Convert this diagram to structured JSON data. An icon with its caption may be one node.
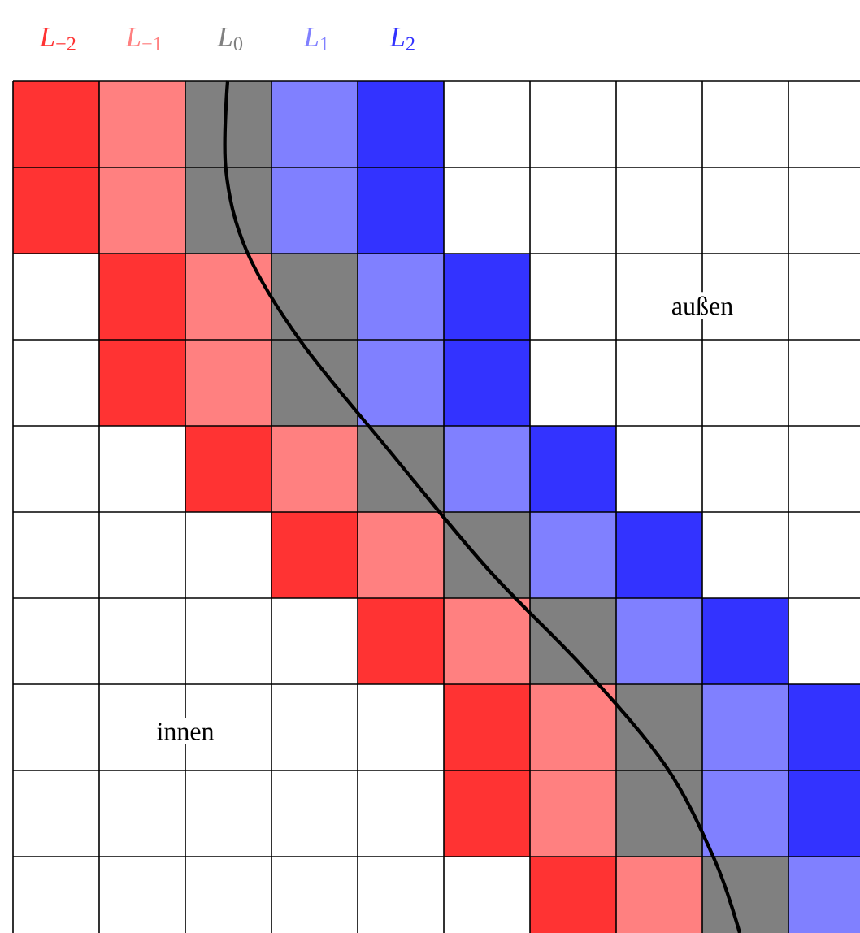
{
  "diagram": {
    "labels": [
      "außen",
      "innen"
    ],
    "legend": [
      {
        "text": "*L*$_{−2}$",
        "color": "#ff3333"
      },
      {
        "text": "*L*$_{−1}$",
        "color": "#ff8080"
      },
      {
        "text": "*L*$_{0}$",
        "color": "#808080"
      },
      {
        "text": "*L*$_{1}$",
        "color": "#8080ff"
      },
      {
        "text": "*L*$_{2}$",
        "color": "#3333ff"
      }
    ]
  }
}
